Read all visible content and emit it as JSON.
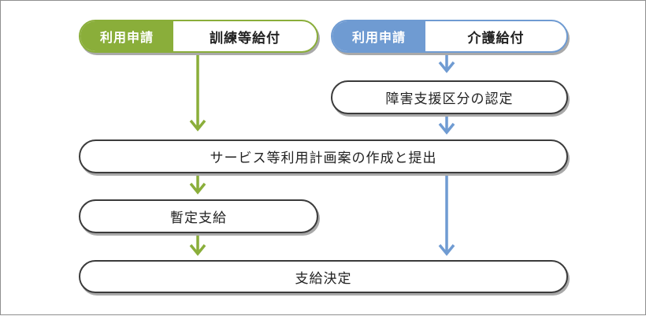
{
  "colors": {
    "green": "#8aae3a",
    "blue": "#6f9bd2"
  },
  "headers": {
    "training": {
      "tag": "利用申請",
      "title": "訓練等給付"
    },
    "care": {
      "tag": "利用申請",
      "title": "介護給付"
    }
  },
  "steps": {
    "disability_support_level": "障害支援区分の認定",
    "service_plan": "サービス等利用計画案の作成と提出",
    "provisional_payment": "暫定支給",
    "payment_decision": "支給決定"
  }
}
